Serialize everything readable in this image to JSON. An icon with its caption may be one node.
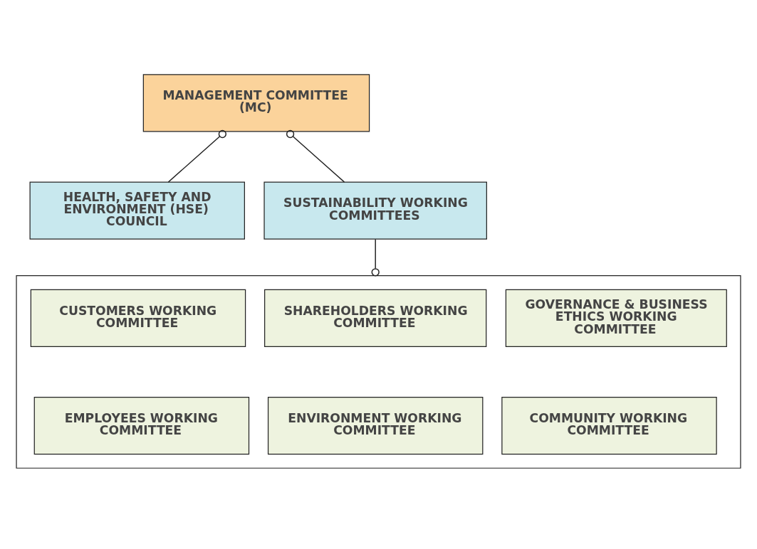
{
  "diagram": {
    "nodes": [
      {
        "text": [
          "MANAGEMENT COMMITTEE (MC)"
        ]
      },
      {
        "text": [
          "HEALTH, SAFETY AND ENVIRONMENT (HSE) COUNCIL"
        ]
      },
      {
        "text": [
          "SUSTAINABILITY WORKING COMMITTEES"
        ]
      },
      {
        "text": [],
        "shape": "box"
      },
      {
        "text": [
          "CUSTOMERS WORKING COMMITTEE"
        ],
        "in": 3
      },
      {
        "text": [
          "SHAREHOLDERS WORKING COMMITTEE"
        ],
        "in": 3
      },
      {
        "text": [
          "GOVERNANCE & BUSINESS ETHICS WORKING COMMITTEE"
        ],
        "in": 3
      },
      {
        "text": [
          "EMPLOYEES WORKING COMMITTEE"
        ],
        "in": 3
      },
      {
        "text": [
          "ENVIRONMENT WORKING COMMITTEE"
        ],
        "in": 3
      },
      {
        "text": [
          "COMMUNITY WORKING COMMITTEE"
        ],
        "in": 3
      }
    ],
    "edges": [
      {
        "from": 1,
        "to": 0,
        "arrow": "other"
      },
      {
        "from": 2,
        "to": 0,
        "arrow": "other"
      },
      {
        "from": 2,
        "to": 3,
        "arrow": "other"
      }
    ]
  }
}
